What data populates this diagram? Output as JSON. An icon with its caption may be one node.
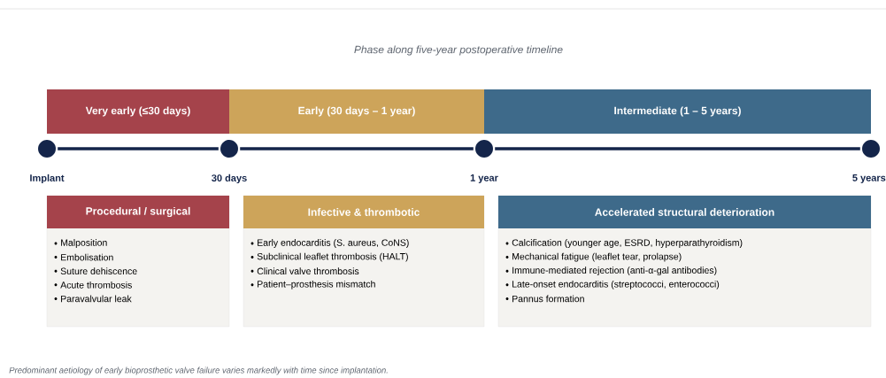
{
  "diagram": {
    "title": "Phase along five-year postoperative timeline",
    "caption": "Predominant aetiology of early bioprosthetic valve failure varies markedly with time since implantation.",
    "nodes": [
      {
        "text": [
          "Very early (≤30 days)"
        ]
      },
      {
        "text": [
          "Early (30 days – 1 year)"
        ]
      },
      {
        "text": [
          "Intermediate (1 – 5 years)"
        ]
      },
      {
        "text": [],
        "shape": "circle",
        "beside": [
          "Implant"
        ]
      },
      {
        "text": [],
        "shape": "circle",
        "beside": [
          "30 days"
        ]
      },
      {
        "text": [],
        "shape": "circle",
        "beside": [
          "1 year"
        ]
      },
      {
        "text": [],
        "shape": "circle",
        "beside": [
          "5 years"
        ]
      },
      {
        "text": [
          "Procedural / surgical",
          "Malposition",
          "Embolisation",
          "Suture dehiscence",
          "Acute thrombosis",
          "Paravalvular leak"
        ]
      },
      {
        "text": [
          "Infective & thrombotic",
          "Early endocarditis (S. aureus, CoNS)",
          "Subclinical leaflet thrombosis (HALT)",
          "Clinical valve thrombosis",
          "Patient–prosthesis mismatch"
        ]
      },
      {
        "text": [
          "Accelerated structural deterioration",
          "Calcification (younger age, ESRD, hyperparathyroidism)",
          "Mechanical fatigue (leaflet tear, prolapse)",
          "Immune-mediated rejection (anti-α-gal antibodies)",
          "Late-onset endocarditis (streptococci, enterococci)",
          "Pannus formation"
        ]
      }
    ],
    "edges": [
      {
        "from": 3,
        "to": 4,
        "arrow": "none"
      },
      {
        "from": 4,
        "to": 5,
        "arrow": "none"
      },
      {
        "from": 5,
        "to": 6,
        "arrow": "none"
      }
    ]
  }
}
